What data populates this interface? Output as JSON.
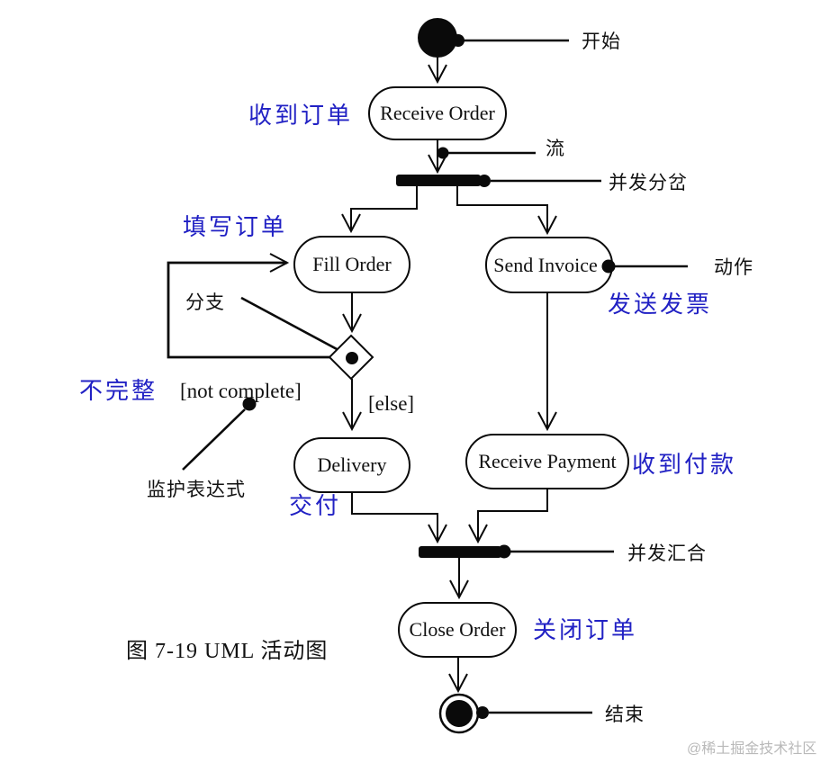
{
  "diagram": {
    "caption": "图 7-19   UML 活动图",
    "watermark": "@稀土掘金技术社区",
    "colors": {
      "annotation_blue": "#2121c4",
      "line_black": "#0a0a0a",
      "watermark_gray": "#b9b9b9",
      "background": "#ffffff"
    },
    "nodes": {
      "start": {
        "callout": "开始"
      },
      "receive_order": {
        "label": "Receive Order",
        "annotation": "收到订单"
      },
      "flow_edge": {
        "callout": "流"
      },
      "fork": {
        "callout": "并发分岔"
      },
      "fill_order": {
        "label": "Fill Order",
        "annotation": "填写订单"
      },
      "send_invoice": {
        "label": "Send Invoice",
        "annotation": "发送发票",
        "callout": "动作"
      },
      "branch": {
        "callout": "分支"
      },
      "guard": {
        "label": "[not complete]",
        "annotation": "不完整",
        "callout": "监护表达式"
      },
      "else_guard": {
        "label": "[else]"
      },
      "delivery": {
        "label": "Delivery",
        "annotation": "交付"
      },
      "receive_payment": {
        "label": "Receive Payment",
        "annotation": "收到付款"
      },
      "join": {
        "callout": "并发汇合"
      },
      "close_order": {
        "label": "Close Order",
        "annotation": "关闭订单"
      },
      "end": {
        "callout": "结束"
      }
    }
  }
}
